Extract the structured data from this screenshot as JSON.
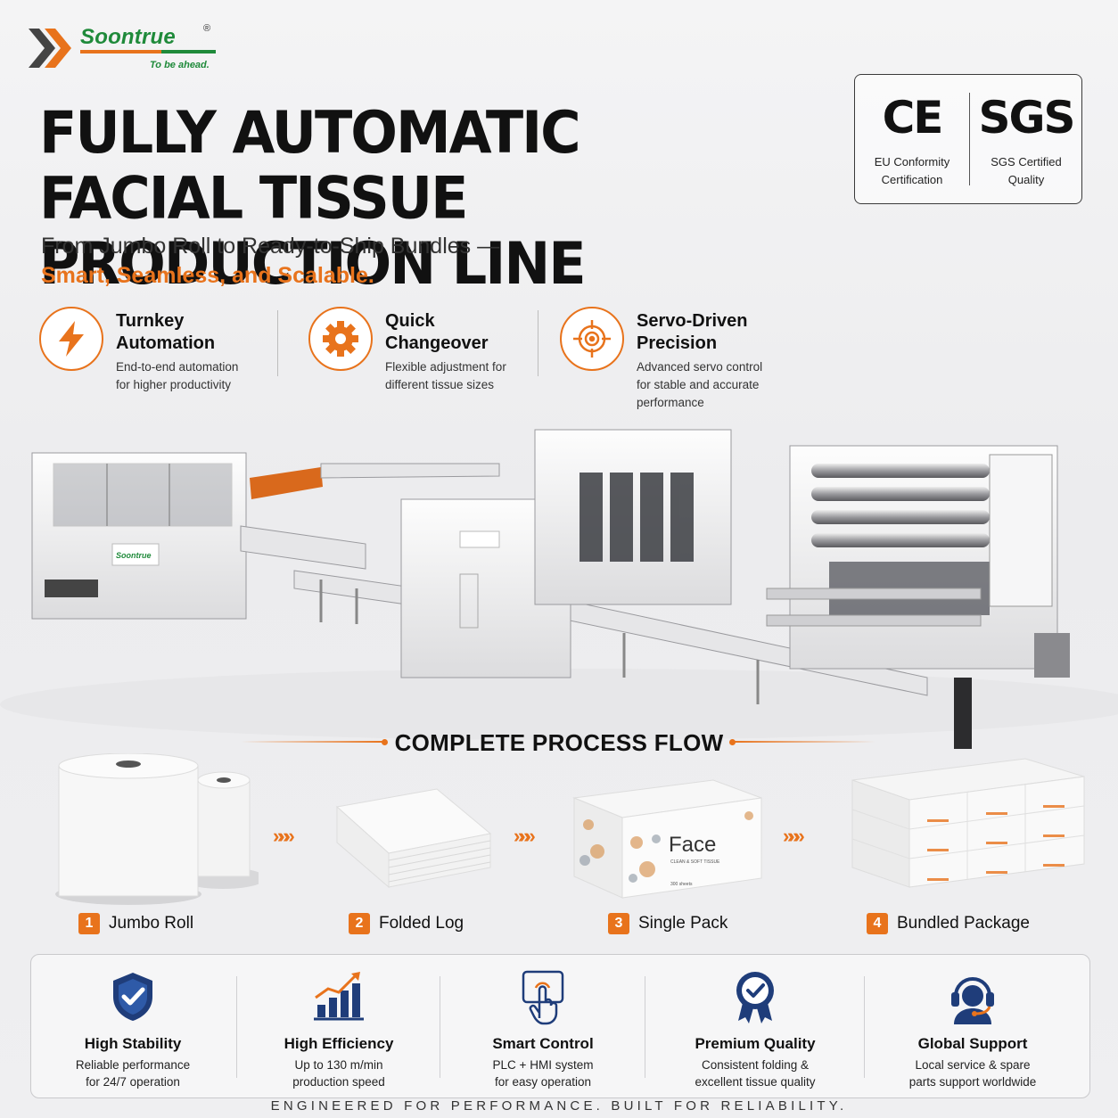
{
  "brand": {
    "name": "Soontrue",
    "registered": "®",
    "tagline": "To be ahead."
  },
  "headline": {
    "line1": "FULLY AUTOMATIC",
    "line2": "FACIAL TISSUE PRODUCTION LINE",
    "subtitle": "From Jumbo Roll to Ready-to-Ship Bundles —",
    "subtitle_accent": "Smart, Seamless, and Scalable."
  },
  "certifications": [
    {
      "mark": "CE",
      "label_line1": "EU Conformity",
      "label_line2": "Certification"
    },
    {
      "mark": "SGS",
      "label_line1": "SGS Certified",
      "label_line2": "Quality"
    }
  ],
  "features": [
    {
      "icon": "lightning-icon",
      "title_line1": "Turnkey",
      "title_line2": "Automation",
      "desc_line1": "End-to-end automation",
      "desc_line2": "for higher productivity",
      "desc_line3": ""
    },
    {
      "icon": "gear-icon",
      "title_line1": "Quick",
      "title_line2": "Changeover",
      "desc_line1": "Flexible adjustment for",
      "desc_line2": "different tissue sizes",
      "desc_line3": ""
    },
    {
      "icon": "target-icon",
      "title_line1": "Servo-Driven",
      "title_line2": "Precision",
      "desc_line1": "Advanced servo control",
      "desc_line2": "for stable and accurate",
      "desc_line3": "performance"
    }
  ],
  "machine": {
    "panel_brand": "Soontrue"
  },
  "process": {
    "title": "COMPLETE PROCESS FLOW",
    "chevrons": "»»»",
    "steps": [
      {
        "num": "1",
        "label": "Jumbo Roll"
      },
      {
        "num": "2",
        "label": "Folded Log"
      },
      {
        "num": "3",
        "label": "Single Pack"
      },
      {
        "num": "4",
        "label": "Bundled Package"
      }
    ],
    "pack_brand": "Face",
    "pack_sub": "CLEAN & SOFT TISSUE",
    "pack_count": "300 sheets"
  },
  "benefits": [
    {
      "icon": "shield-check-icon",
      "title": "High Stability",
      "desc_line1": "Reliable performance",
      "desc_line2": "for 24/7 operation"
    },
    {
      "icon": "bar-chart-icon",
      "title": "High Efficiency",
      "desc_line1": "Up to 130 m/min",
      "desc_line2": "production speed"
    },
    {
      "icon": "touch-control-icon",
      "title": "Smart Control",
      "desc_line1": "PLC + HMI system",
      "desc_line2": "for easy operation"
    },
    {
      "icon": "quality-badge-icon",
      "title": "Premium Quality",
      "desc_line1": "Consistent folding &",
      "desc_line2": "excellent tissue quality"
    },
    {
      "icon": "support-headset-icon",
      "title": "Global Support",
      "desc_line1": "Local service & spare",
      "desc_line2": "parts support worldwide"
    }
  ],
  "footer": "ENGINEERED FOR PERFORMANCE. BUILT FOR RELIABILITY.",
  "colors": {
    "accent": "#e8731c",
    "brand_green": "#1f8a3a",
    "dark": "#111111"
  }
}
